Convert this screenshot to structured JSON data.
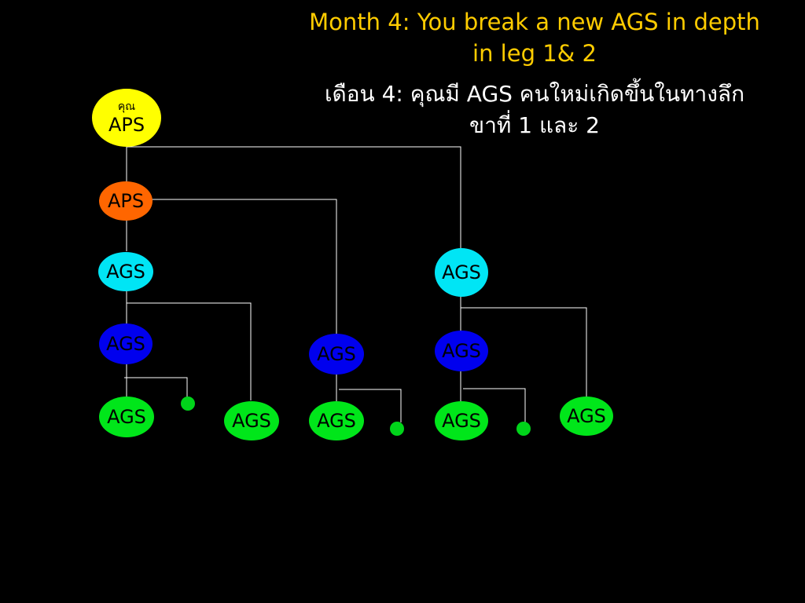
{
  "titles": {
    "english": "Month 4: You break a new AGS in depth\nin leg 1& 2",
    "thai": "เดือน 4: คุณมี AGS คนใหม่เกิดขึ้นในทางลึก\nขาที่ 1 และ 2"
  },
  "colors": {
    "background": "#000000",
    "title_english": "#ffcc00",
    "title_thai": "#ffffff",
    "lines": "#ffffff",
    "you_aps": "#ffff00",
    "aps": "#ff6600",
    "ags_cyan": "#00e5f5",
    "ags_blue": "#0000ee",
    "ags_green": "#00e61a",
    "dot": "#00d41a"
  },
  "nodes": {
    "you": {
      "top_label": "คุณ",
      "label": "APS"
    },
    "aps": {
      "label": "APS"
    },
    "leg1_ags_cyan": {
      "label": "AGS"
    },
    "leg1_ags_blue": {
      "label": "AGS"
    },
    "leg1_ags_green_left": {
      "label": "AGS"
    },
    "leg1_ags_green_right": {
      "label": "AGS"
    },
    "leg2_ags_blue": {
      "label": "AGS"
    },
    "leg2_ags_green": {
      "label": "AGS"
    },
    "leg3_ags_cyan": {
      "label": "AGS"
    },
    "leg3_ags_blue": {
      "label": "AGS"
    },
    "leg3_ags_green_bottom": {
      "label": "AGS"
    },
    "leg3_ags_green_right": {
      "label": "AGS"
    }
  }
}
